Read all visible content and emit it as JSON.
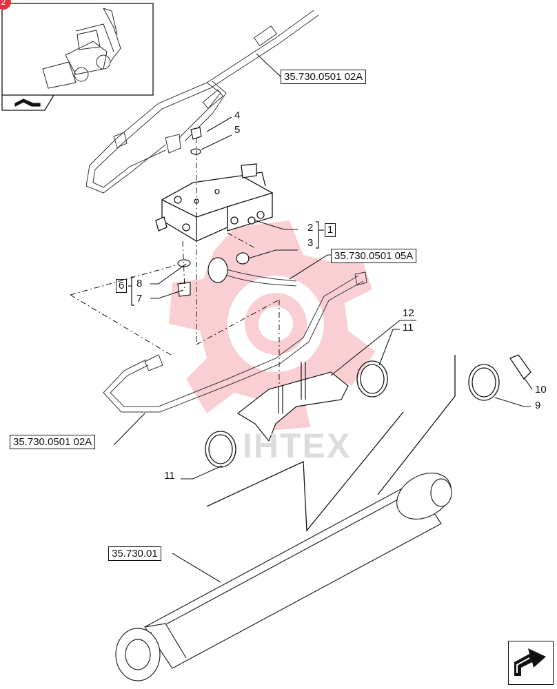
{
  "thumbnail": {
    "badge": "2"
  },
  "refs": {
    "r1": "35.730.0501 02A",
    "r2": "35.730.0501 05A",
    "r3": "35.730.0501 02A",
    "r4": "35.730.01"
  },
  "parts": {
    "p1": "1",
    "p2": "2",
    "p3": "3",
    "p4": "4",
    "p5": "5",
    "p6": "6",
    "p7": "7",
    "p8": "8",
    "p9": "9",
    "p10": "10",
    "p11a": "11",
    "p11b": "11",
    "p12": "12"
  },
  "watermark": {
    "text": "IHTEX"
  },
  "colors": {
    "line": "#111111",
    "watermark_red": "#f5b8bd",
    "badge_red": "#e8303d"
  }
}
